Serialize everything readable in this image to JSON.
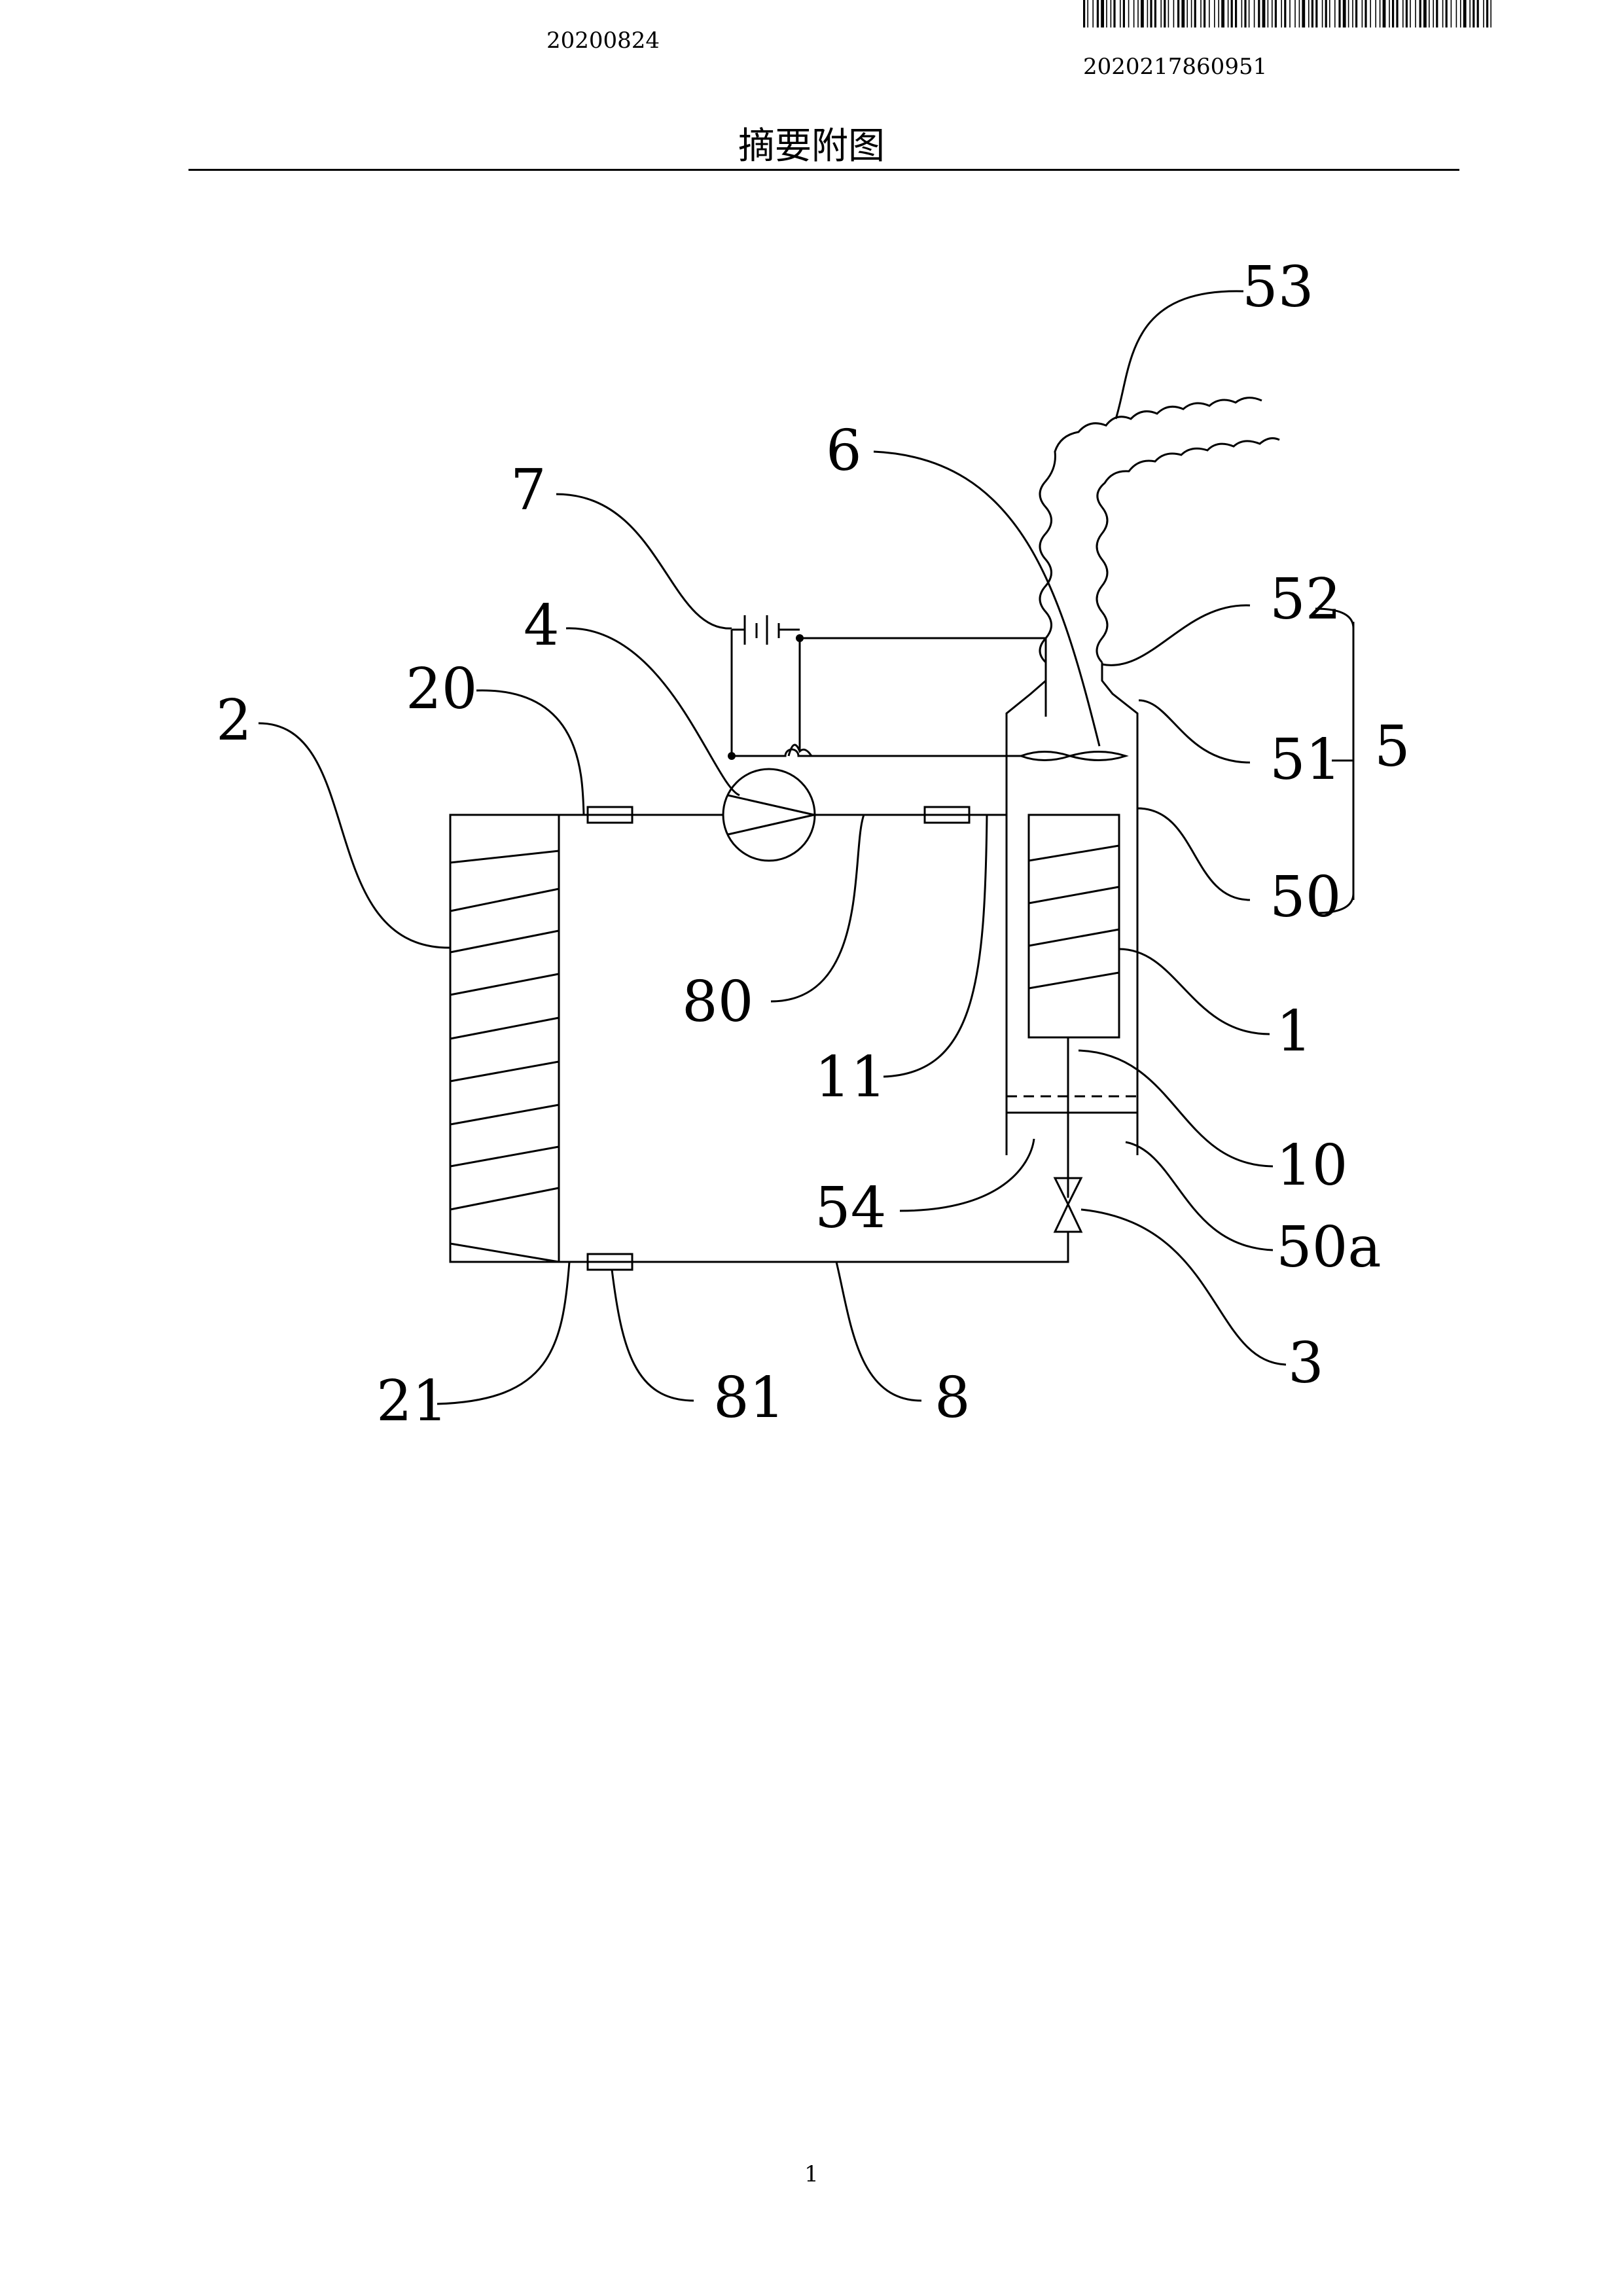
{
  "header": {
    "date": "20200824",
    "publication_number": "2020217860951"
  },
  "title": "摘要附图",
  "figure": {
    "labels": {
      "l53": "53",
      "l6": "6",
      "l7": "7",
      "l4": "4",
      "l52": "52",
      "l2": "2",
      "l20": "20",
      "l51": "51",
      "l5": "5",
      "l50": "50",
      "l80": "80",
      "l1": "1",
      "l11": "11",
      "l10": "10",
      "l54": "54",
      "l50a": "50a",
      "l3": "3",
      "l21": "21",
      "l81": "81",
      "l8": "8"
    }
  },
  "footer": {
    "page_number": "1"
  }
}
